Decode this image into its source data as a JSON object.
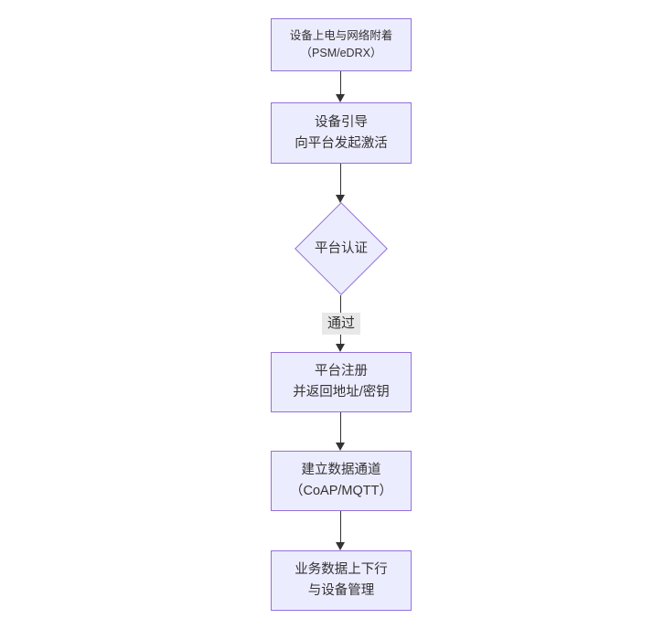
{
  "diagram": {
    "type": "flowchart-top-down",
    "colors": {
      "background": "#ffffff",
      "node_fill": "#ECECFF",
      "node_border": "#9370DB",
      "text": "#333333",
      "edge": "#333333",
      "edge_label_bg": "#e8e8e8"
    },
    "nodes": [
      {
        "id": "A",
        "shape": "rect",
        "lines": [
          "设备上电与网络附着",
          "（PSM/eDRX）"
        ]
      },
      {
        "id": "B",
        "shape": "rect",
        "lines": [
          "设备引导",
          "向平台发起激活"
        ]
      },
      {
        "id": "C",
        "shape": "diamond",
        "lines": [
          "平台认证"
        ]
      },
      {
        "id": "D",
        "shape": "rect",
        "lines": [
          "平台注册",
          "并返回地址/密钥"
        ]
      },
      {
        "id": "E",
        "shape": "rect",
        "lines": [
          "建立数据通道",
          "（CoAP/MQTT）"
        ]
      },
      {
        "id": "F",
        "shape": "rect",
        "lines": [
          "业务数据上下行",
          "与设备管理"
        ]
      }
    ],
    "edges": [
      {
        "from": "A",
        "to": "B",
        "label": ""
      },
      {
        "from": "B",
        "to": "C",
        "label": ""
      },
      {
        "from": "C",
        "to": "D",
        "label": "通过"
      },
      {
        "from": "D",
        "to": "E",
        "label": ""
      },
      {
        "from": "E",
        "to": "F",
        "label": ""
      }
    ]
  }
}
